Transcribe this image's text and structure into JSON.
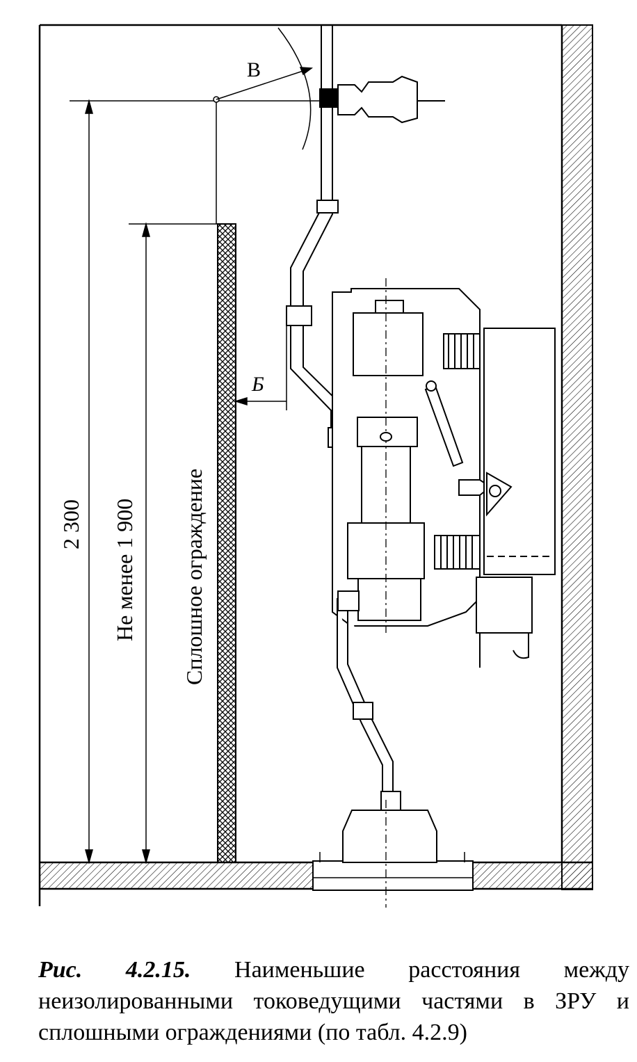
{
  "diagram": {
    "label_b": "Б",
    "label_v": "В",
    "dim_total": "2 300",
    "dim_min": "Не менее 1 900",
    "fence_label": "Сплошное ограждение"
  },
  "caption": {
    "number": "Рис. 4.2.15.",
    "text": "Наименьшие расстояния между неизолированными токоведущими частями в ЗРУ и сплошными ограждениями (по табл. 4.2.9)"
  }
}
